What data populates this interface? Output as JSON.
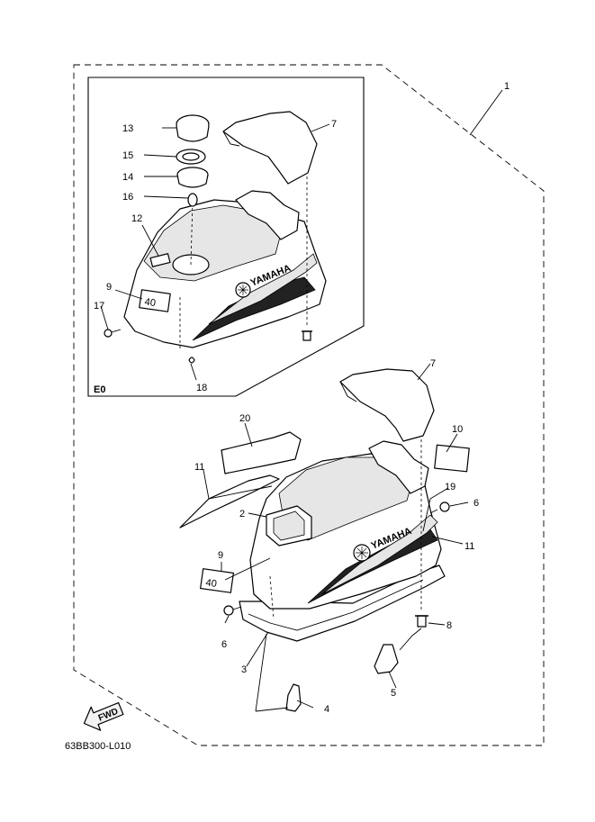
{
  "callouts": {
    "c1": "1",
    "c2": "2",
    "c3": "3",
    "c4": "4",
    "c5": "5",
    "c6a": "6",
    "c6b": "6",
    "c7a": "7",
    "c7b": "7",
    "c8": "8",
    "c9a": "9",
    "c9b": "9",
    "c10": "10",
    "c11a": "11",
    "c11b": "11",
    "c12": "12",
    "c13": "13",
    "c14": "14",
    "c15": "15",
    "c16": "16",
    "c17": "17",
    "c18": "18",
    "c19": "19",
    "c20": "20"
  },
  "inset_tag": "E0",
  "brand_upper": "YAMAHA",
  "brand_lower": "YAMAHA",
  "decal_upper": "40",
  "decal_lower": "40",
  "fwd_label": "FWD",
  "part_code": "63BB300-L010",
  "icons": [
    "fwd-arrow-icon",
    "yamaha-emblem-icon"
  ]
}
